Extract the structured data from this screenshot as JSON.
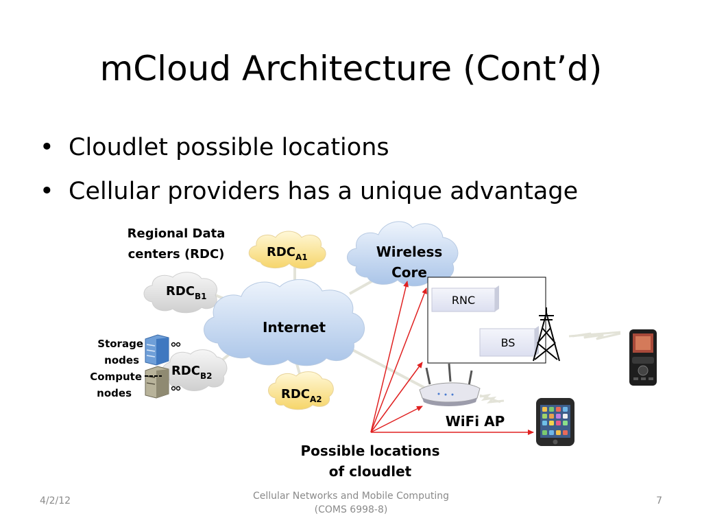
{
  "slide": {
    "title": "mCloud Architecture (Cont’d)",
    "bullets": [
      "Cloudlet possible locations",
      "Cellular providers has a unique advantage"
    ]
  },
  "diagram": {
    "rdc_caption_line1": "Regional Data",
    "rdc_caption_line2": "centers (RDC)",
    "rdc_a1": {
      "base": "RDC",
      "sub": "A1"
    },
    "rdc_a2": {
      "base": "RDC",
      "sub": "A2"
    },
    "rdc_b1": {
      "base": "RDC",
      "sub": "B1"
    },
    "rdc_b2": {
      "base": "RDC",
      "sub": "B2"
    },
    "internet": "Internet",
    "wireless_core_line1": "Wireless",
    "wireless_core_line2": "Core",
    "rnc": "RNC",
    "bs": "BS",
    "wifi_ap": "WiFi AP",
    "storage_line1": "Storage",
    "storage_line2": "nodes",
    "compute_line1": "Compute",
    "compute_line2": "nodes",
    "cloudlet_line1": "Possible locations",
    "cloudlet_line2": "of cloudlet",
    "colors": {
      "internet_cloud": "#c7d9f1",
      "rdc_a_cloud": "#fde9a3",
      "rdc_b_cloud": "#e4e4e4",
      "arrow": "#e02020",
      "box_fill": "#e8eaf6"
    }
  },
  "footer": {
    "date": "4/2/12",
    "center_line1": "Cellular Networks and Mobile Computing",
    "center_line2": "(COMS 6998-8)",
    "page": "7"
  }
}
